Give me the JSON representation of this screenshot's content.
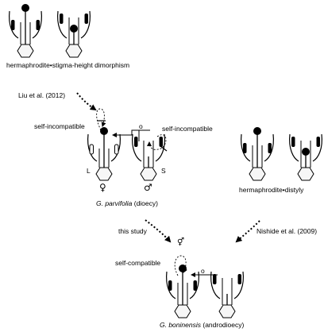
{
  "labels": {
    "dimorphism_label": "hermaphrodite•stigma-height dimorphism",
    "liu_label": "Liu et al. (2012)",
    "self_incompatible_left": "self-incompatible",
    "self_incompatible_right": "self-incompatible",
    "cross_mark_mid": "o",
    "cross_mark_bottom": "o",
    "morph_L": "L",
    "morph_S": "S",
    "female_symbol": "♀",
    "male_symbol": "♂",
    "distyly_label": "hermaphrodite•distyly",
    "parvifolia_species": "G. parvifolia",
    "parvifolia_system": "(dioecy)",
    "this_study_label": "this study",
    "nishide_label": "Nishide et al. (2009)",
    "self_compatible_label": "self-compatible",
    "hermaphrodite_symbol": "⚥",
    "boninensis_species": "G. boninensis",
    "boninensis_system": "(androdioecy)"
  },
  "colors": {
    "ink": "#000000",
    "ovary_fill": "#f6f6f6",
    "background": "#ffffff"
  }
}
